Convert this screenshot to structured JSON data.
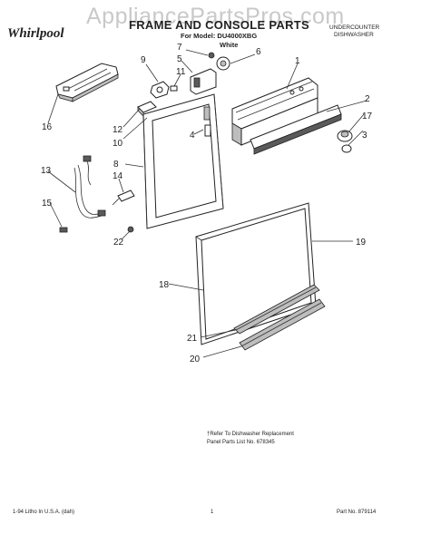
{
  "watermark": "AppliancePartsPros.com",
  "brand": "Whirlpool",
  "title": "FRAME AND CONSOLE PARTS",
  "model_line": "For Model: DU4000XBG",
  "color": "White",
  "category": [
    "UNDERCOUNTER",
    "DISHWASHER"
  ],
  "reference_note": [
    "†Refer To Dishwasher    Replacement",
    "Panel Parts List No. 678345"
  ],
  "footer": {
    "left": "1-94 Litho In U.S.A. (dah)",
    "center": "1",
    "right": "Part No. 879114"
  },
  "callouts": [
    "1",
    "2",
    "3",
    "4",
    "5",
    "6",
    "7",
    "8",
    "9",
    "10",
    "11",
    "12",
    "13",
    "14",
    "15",
    "16",
    "17",
    "18",
    "19",
    "20",
    "21",
    "22"
  ]
}
